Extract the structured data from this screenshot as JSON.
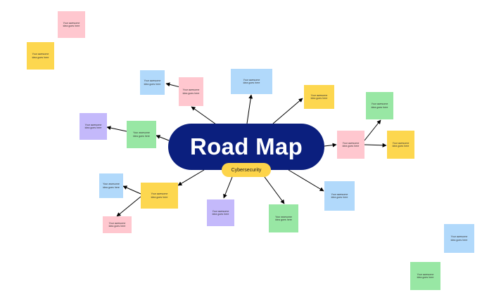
{
  "center": {
    "title": "Road Map",
    "subtitle": "Cybersecurity"
  },
  "colors": {
    "pink": "#ffc7cf",
    "yellow": "#fdd74f",
    "blue": "#b1d9fb",
    "purple": "#c4b9fb",
    "green": "#98e7a4",
    "navy": "#0b1f7e"
  },
  "notes": [
    {
      "id": "pink-top-left",
      "text": "Your awesome idea goes here",
      "color": "pink"
    },
    {
      "id": "yellow-top-left",
      "text": "Your awesome idea goes here",
      "color": "yellow"
    },
    {
      "id": "blue-upper-left",
      "text": "Your awesome idea goes here",
      "color": "blue"
    },
    {
      "id": "pink-upper-left",
      "text": "Your awesome idea goes here",
      "color": "pink"
    },
    {
      "id": "blue-top",
      "text": "Your awesome idea goes here",
      "color": "blue"
    },
    {
      "id": "yellow-upper-right",
      "text": "Your awesome idea goes here",
      "color": "yellow"
    },
    {
      "id": "green-right-top",
      "text": "Your awesome idea goes here",
      "color": "green"
    },
    {
      "id": "pink-right",
      "text": "Your awesome idea goes here",
      "color": "pink"
    },
    {
      "id": "yellow-right",
      "text": "Your awesome idea goes here",
      "color": "yellow"
    },
    {
      "id": "purple-left",
      "text": "Your awesome idea goes here",
      "color": "purple"
    },
    {
      "id": "green-left",
      "text": "Your awesome idea goes here",
      "color": "green"
    },
    {
      "id": "blue-lower-left",
      "text": "Your awesome idea goes here",
      "color": "blue"
    },
    {
      "id": "yellow-lower-left",
      "text": "Your awesome idea goes here",
      "color": "yellow"
    },
    {
      "id": "pink-bottom-left",
      "text": "Your awesome idea goes here",
      "color": "pink"
    },
    {
      "id": "purple-bottom",
      "text": "Your awesome idea goes here",
      "color": "purple"
    },
    {
      "id": "green-bottom",
      "text": "Your awesome idea goes here",
      "color": "green"
    },
    {
      "id": "blue-lower-right",
      "text": "Your awesome idea goes here",
      "color": "blue"
    },
    {
      "id": "blue-far-right",
      "text": "Your awesome idea goes here",
      "color": "blue"
    },
    {
      "id": "green-far-right",
      "text": "Your awesome idea goes here",
      "color": "green"
    }
  ]
}
